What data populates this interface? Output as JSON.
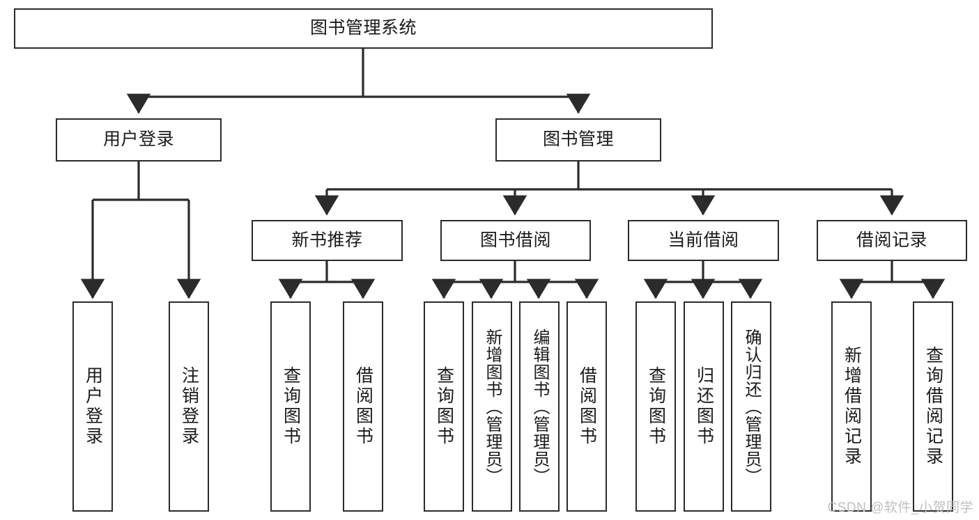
{
  "diagram": {
    "type": "tree-hierarchy",
    "title": "图书管理系统",
    "watermark": "CSDN @软件_小贺同学",
    "colors": {
      "stroke": "#2b2b2b",
      "fill": "#ffffff",
      "text": "#1a1a1a",
      "watermark": "#bfbfbf"
    },
    "levels": {
      "root": {
        "label": "图书管理系统"
      },
      "level2": [
        {
          "id": "user-login",
          "label": "用户登录"
        },
        {
          "id": "book-management",
          "label": "图书管理"
        }
      ],
      "level3": [
        {
          "id": "new-book-recommend",
          "label": "新书推荐",
          "parent": "book-management"
        },
        {
          "id": "book-borrow",
          "label": "图书借阅",
          "parent": "book-management"
        },
        {
          "id": "current-borrow",
          "label": "当前借阅",
          "parent": "book-management"
        },
        {
          "id": "borrow-record",
          "label": "借阅记录",
          "parent": "book-management"
        }
      ],
      "leaves": [
        {
          "id": "leaf-user-login",
          "label": "用户登录",
          "parent": "user-login"
        },
        {
          "id": "leaf-logout-login",
          "label": "注销登录",
          "parent": "user-login"
        },
        {
          "id": "leaf-query-book-1",
          "label": "查询图书",
          "parent": "new-book-recommend"
        },
        {
          "id": "leaf-borrow-book-1",
          "label": "借阅图书",
          "parent": "new-book-recommend"
        },
        {
          "id": "leaf-query-book-2",
          "label": "查询图书",
          "parent": "book-borrow"
        },
        {
          "id": "leaf-add-book",
          "label": "新增图书（管理员）",
          "parent": "book-borrow"
        },
        {
          "id": "leaf-edit-book",
          "label": "编辑图书（管理员）",
          "parent": "book-borrow"
        },
        {
          "id": "leaf-borrow-book-2",
          "label": "借阅图书",
          "parent": "book-borrow"
        },
        {
          "id": "leaf-query-book-3",
          "label": "查询图书",
          "parent": "current-borrow"
        },
        {
          "id": "leaf-return-book",
          "label": "归还图书",
          "parent": "current-borrow"
        },
        {
          "id": "leaf-confirm-return",
          "label": "确认归还（管理员）",
          "parent": "current-borrow"
        },
        {
          "id": "leaf-add-record",
          "label": "新增借阅记录",
          "parent": "borrow-record"
        },
        {
          "id": "leaf-query-record",
          "label": "查询借阅记录",
          "parent": "borrow-record"
        }
      ]
    }
  }
}
